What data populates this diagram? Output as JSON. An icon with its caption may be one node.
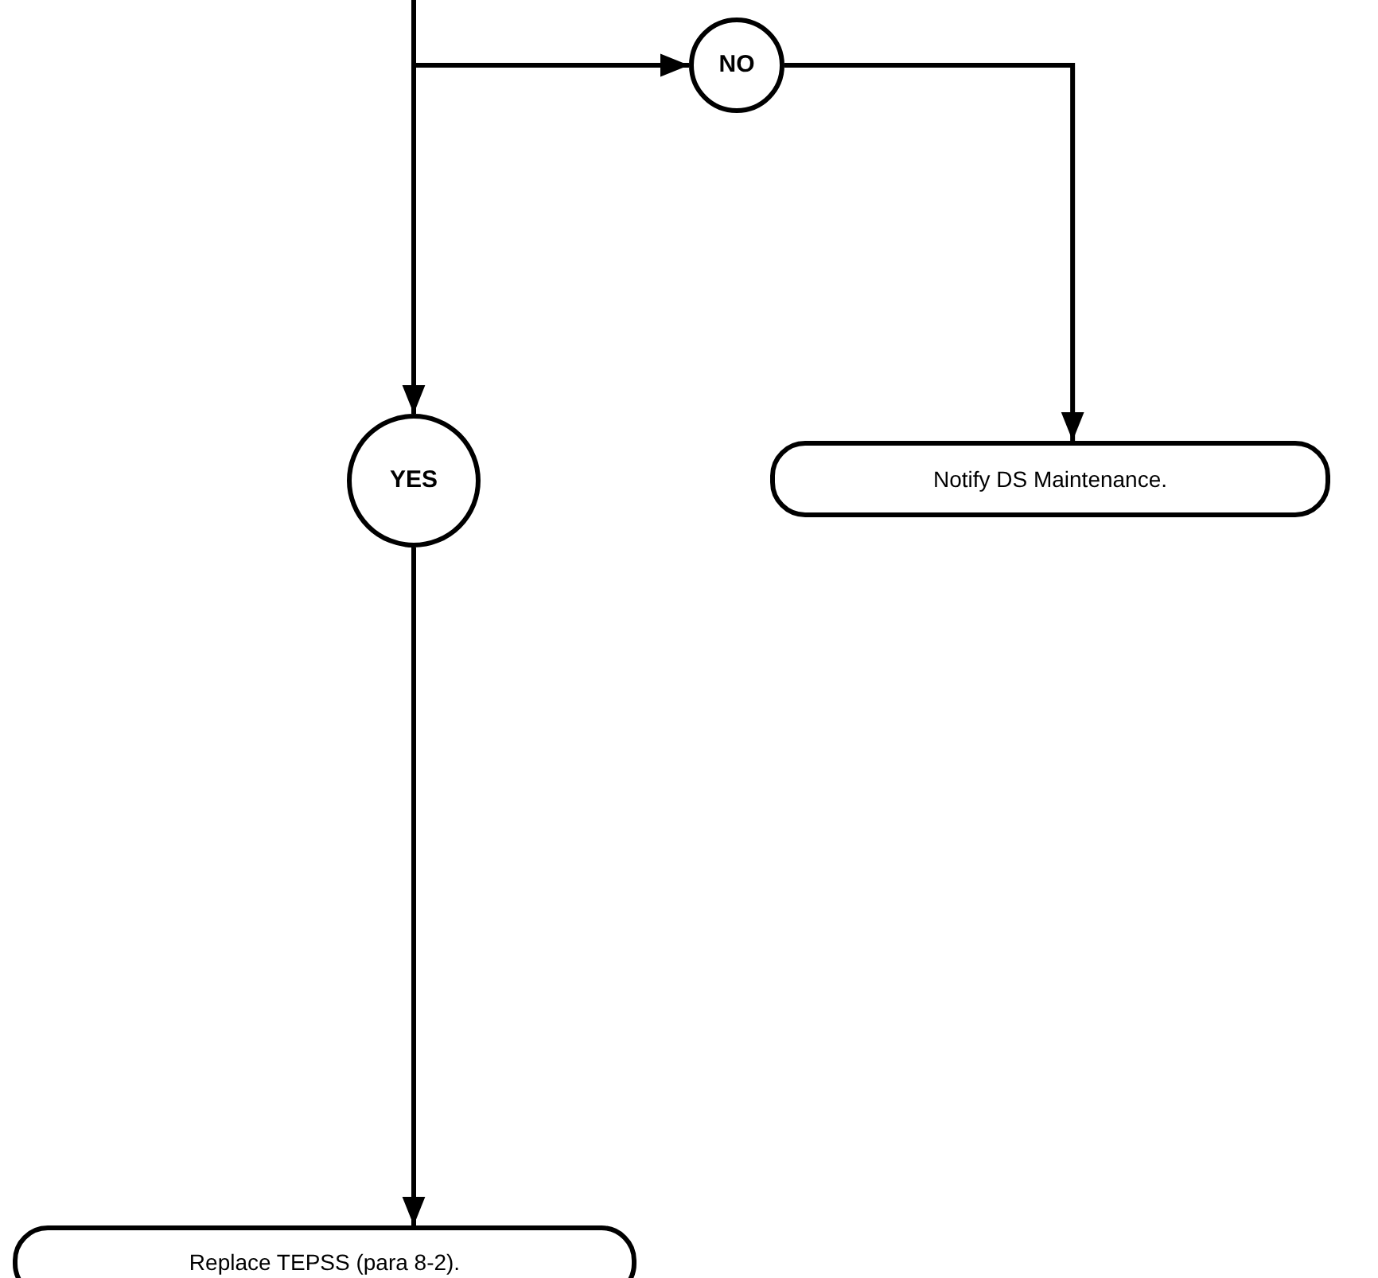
{
  "diagram": {
    "nodes": [
      {
        "text": [
          "NO"
        ]
      },
      {
        "text": [
          "YES"
        ]
      },
      {
        "text": [
          "Notify DS Maintenance."
        ]
      },
      {
        "text": [
          "Replace TEPSS (para 8-2)."
        ]
      }
    ],
    "edges": [
      {
        "from": null,
        "to": 1,
        "arrow": "to"
      },
      {
        "from": null,
        "to": 0,
        "arrow": "to"
      },
      {
        "from": 0,
        "to": 2,
        "arrow": "to"
      },
      {
        "from": 1,
        "to": 3,
        "arrow": "to"
      }
    ]
  }
}
